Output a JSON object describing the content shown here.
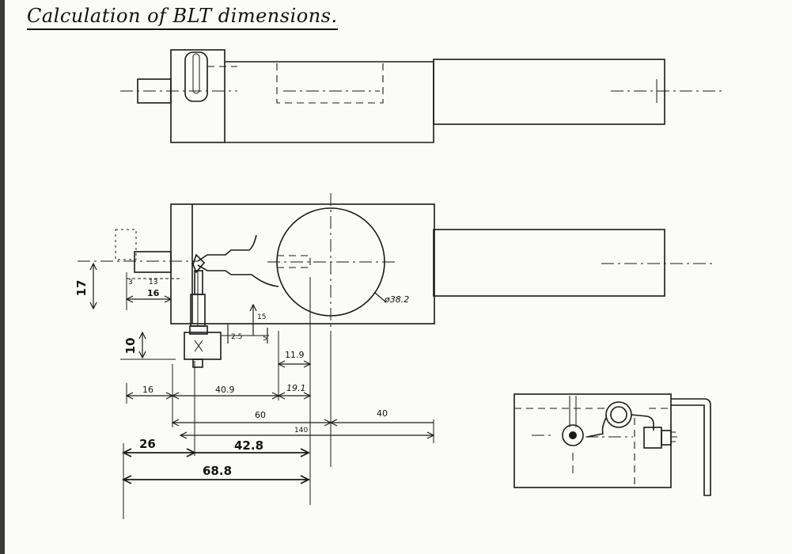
{
  "title": "Calculation of BLT dimensions.",
  "dimensions": {
    "d17": "17",
    "d10": "10",
    "d16_top": "16",
    "d3": "3",
    "d13": "13",
    "d15": "15",
    "d2_5": "2.5",
    "d5": "5",
    "d11_9": "11.9",
    "d19_1": "19.1",
    "d16": "16",
    "d40_9": "40.9",
    "d60": "60",
    "d40": "40",
    "d140": "140",
    "d26": "26",
    "d42_8": "42.8",
    "d68_8": "68.8",
    "diameter": "ø38.2"
  }
}
